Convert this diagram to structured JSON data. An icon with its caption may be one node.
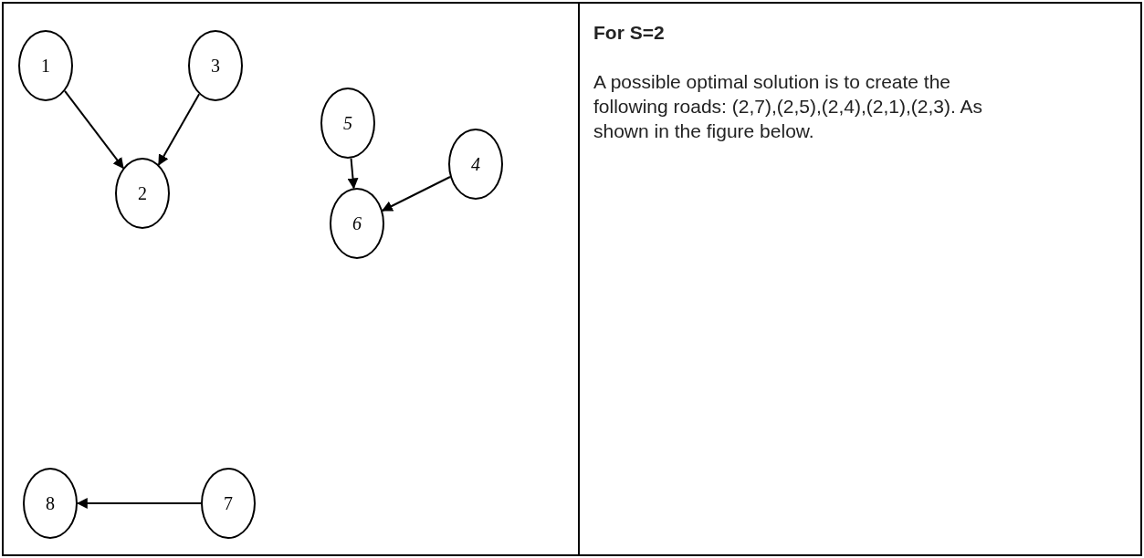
{
  "diagram": {
    "nodes": [
      {
        "text": [
          "1"
        ]
      },
      {
        "text": [
          "3"
        ]
      },
      {
        "text": [
          "5"
        ]
      },
      {
        "text": [
          "2"
        ]
      },
      {
        "text": [
          "4"
        ]
      },
      {
        "text": [
          "6"
        ]
      },
      {
        "text": [
          "8"
        ]
      },
      {
        "text": [
          "7"
        ]
      }
    ],
    "edges": [
      {
        "from": 0,
        "to": 3,
        "arrow": "to"
      },
      {
        "from": 1,
        "to": 3,
        "arrow": "to"
      },
      {
        "from": 2,
        "to": 5,
        "arrow": "to"
      },
      {
        "from": 4,
        "to": 5,
        "arrow": "to"
      },
      {
        "from": 7,
        "to": 6,
        "arrow": "to"
      }
    ],
    "labels": [
      "For S=2",
      "A possible optimal solution is to create the following roads: (2,7),(2,5),(2,4),(2,1),(2,3). As shown in the figure below."
    ]
  }
}
